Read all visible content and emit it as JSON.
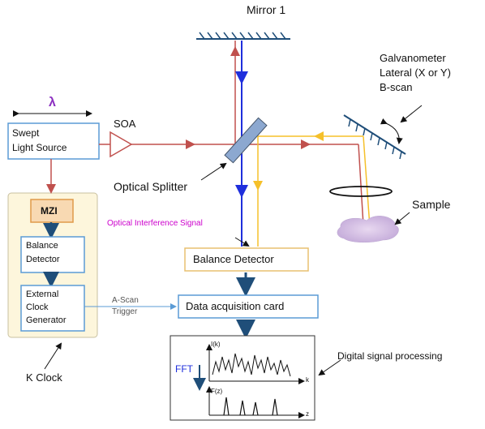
{
  "labels": {
    "mirror": "Mirror 1",
    "galvo_line1": "Galvanometer",
    "galvo_line2": "Lateral (X or Y)",
    "galvo_line3": "B-scan",
    "lambda": "λ",
    "swept_line1": "Swept",
    "swept_line2": "Light Source",
    "soa": "SOA",
    "optical_splitter": "Optical Splitter",
    "sample": "Sample",
    "mzi": "MZI",
    "balance_line1": "Balance",
    "balance_line2": "Detector",
    "ext_line1": "External",
    "ext_line2": "Clock",
    "ext_line3": "Generator",
    "interference_signal": "Optical Interference Signal",
    "balance_detector": "Balance Detector",
    "ascan_line1": "A-Scan",
    "ascan_line2": "Trigger",
    "daq_card": "Data acquisition card",
    "k_clock": "K Clock",
    "dsp": "Digital signal processing",
    "fft": "FFT",
    "ik": "I(k)",
    "k_axis": "k",
    "fz": "F(z)",
    "z_axis": "z"
  },
  "colors": {
    "red_beam": "#c0504d",
    "blue_beam": "#1f2fdc",
    "yellow_beam": "#f5c02a",
    "box_border": "#5b9bd5",
    "dark_arrow": "#1f4e79",
    "magenta": "#cc00cc",
    "kclock_fill": "#fdf6dc"
  }
}
